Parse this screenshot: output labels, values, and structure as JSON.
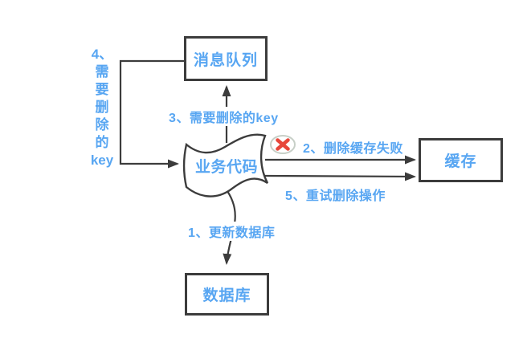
{
  "diagram": {
    "type": "flowchart",
    "topic": "cache-delete-retry-flow"
  },
  "nodes": {
    "message_queue": {
      "label": "消息队列"
    },
    "business_code": {
      "label": "业务代码"
    },
    "cache": {
      "label": "缓存"
    },
    "database": {
      "label": "数据库"
    }
  },
  "edges": {
    "update_database": {
      "label": "1、更新数据库"
    },
    "delete_cache_failed": {
      "label": "2、删除缓存失败"
    },
    "key_to_queue": {
      "label": "3、需要删除的key"
    },
    "key_to_delete_vertical": {
      "label": "4、\n需\n要\n删\n除\n的\nkey"
    },
    "retry_delete": {
      "label": "5、重试删除操作"
    }
  },
  "icons": {
    "error_x": "✕"
  },
  "colors": {
    "accent_blue": "#58a6f2",
    "line_dark": "#3c3c3c",
    "error_red": "#e7473b",
    "error_ellipse_stroke": "#c7cfc7",
    "node_fill": "#ffffff"
  }
}
